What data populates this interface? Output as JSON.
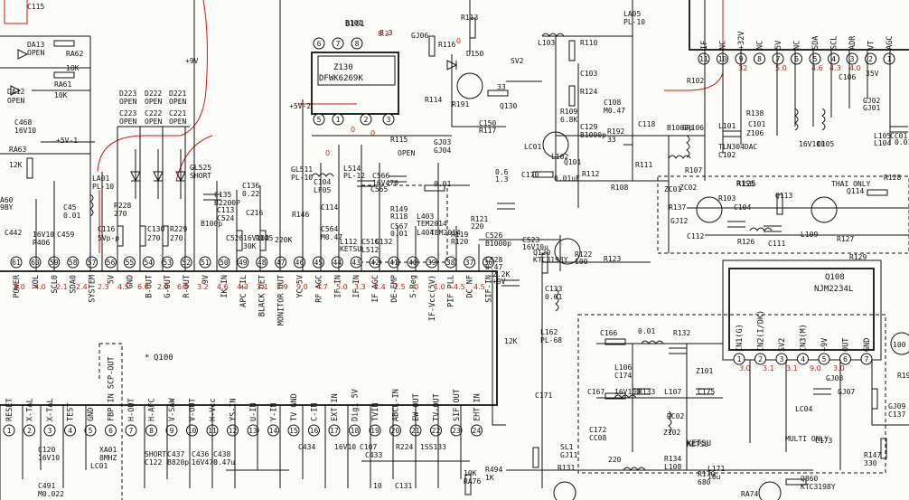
{
  "ic_main": {
    "name": "Q100",
    "top_pins": [
      {
        "num": "61",
        "label": "POWER"
      },
      {
        "num": "60",
        "label": "VOL"
      },
      {
        "num": "59",
        "label": "SCL0"
      },
      {
        "num": "58",
        "label": "SDA0"
      },
      {
        "num": "57",
        "label": "SYSTEM"
      },
      {
        "num": "56",
        "label": "5V"
      },
      {
        "num": "55",
        "label": "GND"
      },
      {
        "num": "54",
        "label": "B-OUT"
      },
      {
        "num": "53",
        "label": "G-OUT"
      },
      {
        "num": "52",
        "label": "R-OUT"
      },
      {
        "num": "51",
        "label": "9V"
      },
      {
        "num": "50",
        "label": "IK-IN"
      },
      {
        "num": "49",
        "label": "APC FIL"
      },
      {
        "num": "48",
        "label": "BLACK DET"
      },
      {
        "num": "47",
        "label": "MONITOR OUT"
      },
      {
        "num": "46",
        "label": "YC 5V"
      },
      {
        "num": "45",
        "label": "RF AGC"
      },
      {
        "num": "44",
        "label": "IF IN"
      },
      {
        "num": "43",
        "label": "IF IN"
      },
      {
        "num": "42",
        "label": "IF AGC"
      },
      {
        "num": "41",
        "label": "DE-EMP"
      },
      {
        "num": "40",
        "label": "S-Reg"
      },
      {
        "num": "39",
        "label": "IF-Vcc(5V)"
      },
      {
        "num": "38",
        "label": "PIF PLL"
      },
      {
        "num": "37",
        "label": "DC NF"
      },
      {
        "num": "36",
        "label": "SIF-IN"
      }
    ],
    "bottom_pins": [
      {
        "num": "1",
        "label": "RESET"
      },
      {
        "num": "2",
        "label": "X-TAL"
      },
      {
        "num": "3",
        "label": "X-TAL"
      },
      {
        "num": "4",
        "label": "TEST"
      },
      {
        "num": "5",
        "label": "GND"
      },
      {
        "num": "6",
        "label": "FBP-IN SCP-OUT"
      },
      {
        "num": "7",
        "label": "H-OUT"
      },
      {
        "num": "8",
        "label": "H-AFC"
      },
      {
        "num": "9",
        "label": "V-SAW"
      },
      {
        "num": "10",
        "label": "V-OUT"
      },
      {
        "num": "11",
        "label": "H-Vcc"
      },
      {
        "num": "12",
        "label": "YS-IN"
      },
      {
        "num": "13",
        "label": "U-IN"
      },
      {
        "num": "14",
        "label": "Y-IN"
      },
      {
        "num": "15",
        "label": "TV GND"
      },
      {
        "num": "16",
        "label": "C-IN"
      },
      {
        "num": "17",
        "label": "EXT-IN"
      },
      {
        "num": "18",
        "label": "Digi 5V"
      },
      {
        "num": "19",
        "label": "TVIN"
      },
      {
        "num": "20",
        "label": "ABCL-IN"
      },
      {
        "num": "21",
        "label": "EW OUT"
      },
      {
        "num": "22",
        "label": "TV-OUT"
      },
      {
        "num": "23",
        "label": "SIF-OUT"
      },
      {
        "num": "24",
        "label": "EHT IN"
      }
    ]
  },
  "ic_q108": {
    "name": "Q108",
    "part": "NJM2234L",
    "pins": [
      {
        "num": "1",
        "label": "IN1(G)"
      },
      {
        "num": "2",
        "label": "IN2(I/DK)"
      },
      {
        "num": "3",
        "label": "SV2"
      },
      {
        "num": "4",
        "label": "IN3(M)"
      },
      {
        "num": "5",
        "label": "+9V"
      },
      {
        "num": "6",
        "label": "OUT"
      },
      {
        "num": "7",
        "label": "GND"
      }
    ],
    "red_values": [
      "3.0",
      "3.1",
      "3.1",
      "9.0",
      "3.0"
    ]
  },
  "connector_top_right": {
    "pins": [
      {
        "num": "11",
        "label": "IF"
      },
      {
        "num": "10",
        "label": "NC"
      },
      {
        "num": "9",
        "label": "+32V"
      },
      {
        "num": "8",
        "label": "NC"
      },
      {
        "num": "7",
        "label": "5V"
      },
      {
        "num": "6",
        "label": "NC"
      },
      {
        "num": "5",
        "label": "SDA"
      },
      {
        "num": "4",
        "label": "SCL"
      },
      {
        "num": "3",
        "label": "ADR"
      },
      {
        "num": "2",
        "label": "VT"
      },
      {
        "num": "1",
        "label": "AGC"
      }
    ],
    "red_values": [
      "32",
      "5.0",
      "4.6",
      "4.3",
      "4.0"
    ]
  },
  "saw_filter": {
    "name": "Z130",
    "part": "DFWK6269K",
    "block": "B101",
    "pins": [
      "6",
      "7",
      "8",
      "5",
      "1",
      "2",
      "3"
    ]
  },
  "text_labels": [
    {
      "t": "DA13"
    },
    {
      "t": "OPEN"
    },
    {
      "t": "RA62"
    },
    {
      "t": "10K"
    },
    {
      "t": "RA61"
    },
    {
      "t": "10K"
    },
    {
      "t": "DA12"
    },
    {
      "t": "OPEN"
    },
    {
      "t": "C468"
    },
    {
      "t": "16V10"
    },
    {
      "t": "+5V-1"
    },
    {
      "t": "RA63"
    },
    {
      "t": "12K"
    },
    {
      "t": "A60"
    },
    {
      "t": "9BY"
    },
    {
      "t": "D223"
    },
    {
      "t": "OPEN"
    },
    {
      "t": "D222"
    },
    {
      "t": "OPEN"
    },
    {
      "t": "D221"
    },
    {
      "t": "OPEN"
    },
    {
      "t": "C223"
    },
    {
      "t": "OPEN"
    },
    {
      "t": "C222"
    },
    {
      "t": "OPEN"
    },
    {
      "t": "C221"
    },
    {
      "t": "OPEN"
    },
    {
      "t": "LA01"
    },
    {
      "t": "PL-10"
    },
    {
      "t": "GL525"
    },
    {
      "t": "SHORT"
    },
    {
      "t": "C135"
    },
    {
      "t": "B2200P"
    },
    {
      "t": "C136"
    },
    {
      "t": "0.22"
    },
    {
      "t": "C216"
    },
    {
      "t": "GL511"
    },
    {
      "t": "PL-10"
    },
    {
      "t": "+5V-2"
    },
    {
      "t": "+9V"
    },
    {
      "t": "B101"
    },
    {
      "t": "8.3"
    },
    {
      "t": "GJ06"
    },
    {
      "t": "R113"
    },
    {
      "t": "R116"
    },
    {
      "t": "D150"
    },
    {
      "t": "SV2"
    },
    {
      "t": "LA05"
    },
    {
      "t": "PL-10"
    },
    {
      "t": "L103"
    },
    {
      "t": "R110"
    },
    {
      "t": "C103"
    },
    {
      "t": "R124"
    },
    {
      "t": "C108"
    },
    {
      "t": "M0.47"
    },
    {
      "t": "R109"
    },
    {
      "t": "6.8K"
    },
    {
      "t": "R191"
    },
    {
      "t": "33"
    },
    {
      "t": "Q130"
    },
    {
      "t": "R114"
    },
    {
      "t": "C150"
    },
    {
      "t": "R117"
    },
    {
      "t": "R115"
    },
    {
      "t": "OPEN"
    },
    {
      "t": "GJ03"
    },
    {
      "t": "GJ04"
    },
    {
      "t": "C129"
    },
    {
      "t": "B1000p"
    },
    {
      "t": "R192"
    },
    {
      "t": "33"
    },
    {
      "t": "C118"
    },
    {
      "t": "B1000p"
    },
    {
      "t": "GR106"
    },
    {
      "t": "LC01"
    },
    {
      "t": "L102"
    },
    {
      "t": "Q101"
    },
    {
      "t": "0.6"
    },
    {
      "t": "1.3"
    },
    {
      "t": "C170"
    },
    {
      "t": "0.01uF"
    },
    {
      "t": "R112"
    },
    {
      "t": "R111"
    },
    {
      "t": "R108"
    },
    {
      "t": "ZC01"
    },
    {
      "t": "ZC02"
    },
    {
      "t": "R107"
    },
    {
      "t": "C104"
    },
    {
      "t": "LF05"
    },
    {
      "t": "L514"
    },
    {
      "t": "PL-12"
    },
    {
      "t": "C566"
    },
    {
      "t": "16V470"
    },
    {
      "t": "C565"
    },
    {
      "t": "0.01"
    },
    {
      "t": "C114"
    },
    {
      "t": "R149"
    },
    {
      "t": "R118"
    },
    {
      "t": "C567"
    },
    {
      "t": "0.01"
    },
    {
      "t": "C564"
    },
    {
      "t": "M0.47"
    },
    {
      "t": "L112"
    },
    {
      "t": "KETSU"
    },
    {
      "t": "L403"
    },
    {
      "t": "TEM2014"
    },
    {
      "t": "L404"
    },
    {
      "t": "TEM2014"
    },
    {
      "t": "R119"
    },
    {
      "t": "R120"
    },
    {
      "t": "R121"
    },
    {
      "t": "220"
    },
    {
      "t": "C526"
    },
    {
      "t": "B1000p"
    },
    {
      "t": "C528"
    },
    {
      "t": "0.47"
    },
    {
      "t": "C523"
    },
    {
      "t": "16V10u"
    },
    {
      "t": "R122"
    },
    {
      "t": "100"
    },
    {
      "t": "Q120"
    },
    {
      "t": "KTC3198Y"
    },
    {
      "t": "R123"
    },
    {
      "t": "2.2K"
    },
    {
      "t": "+9V"
    },
    {
      "t": "C133"
    },
    {
      "t": "0.01"
    },
    {
      "t": "L162"
    },
    {
      "t": "PL-68"
    },
    {
      "t": "C166"
    },
    {
      "t": "0.01"
    },
    {
      "t": "R132"
    },
    {
      "t": "L106"
    },
    {
      "t": "C174"
    },
    {
      "t": "Z101"
    },
    {
      "t": "KETSU"
    },
    {
      "t": "C171"
    },
    {
      "t": "C167"
    },
    {
      "t": "16V100"
    },
    {
      "t": "R133"
    },
    {
      "t": "L107"
    },
    {
      "t": "C175"
    },
    {
      "t": "RC02"
    },
    {
      "t": "C172"
    },
    {
      "t": "CC08"
    },
    {
      "t": "Z102"
    },
    {
      "t": "KETSU"
    },
    {
      "t": "LC04"
    },
    {
      "t": "MULTI ONLY"
    },
    {
      "t": "C173"
    },
    {
      "t": "GJ07"
    },
    {
      "t": "GJ08"
    },
    {
      "t": "GJ09"
    },
    {
      "t": "C137"
    },
    {
      "t": "R147"
    },
    {
      "t": "330"
    },
    {
      "t": "R190"
    },
    {
      "t": "100"
    },
    {
      "t": "R158"
    },
    {
      "t": "R103"
    },
    {
      "t": "THAI ONLY"
    },
    {
      "t": "Q113"
    },
    {
      "t": "Q114"
    },
    {
      "t": "R128"
    },
    {
      "t": "R137"
    },
    {
      "t": "GJ12"
    },
    {
      "t": "C104"
    },
    {
      "t": "R126"
    },
    {
      "t": "C111"
    },
    {
      "t": "L109"
    },
    {
      "t": "C112"
    },
    {
      "t": "R127"
    },
    {
      "t": "R125"
    },
    {
      "t": "R129"
    },
    {
      "t": "R138"
    },
    {
      "t": "Z106"
    },
    {
      "t": "L101"
    },
    {
      "t": "TLN304DAC"
    },
    {
      "t": "C102"
    },
    {
      "t": "C101"
    },
    {
      "t": "16V100"
    },
    {
      "t": "C105"
    },
    {
      "t": "L105"
    },
    {
      "t": "L104"
    },
    {
      "t": "CC01"
    },
    {
      "t": "0.01"
    },
    {
      "t": "C106"
    },
    {
      "t": "35V"
    },
    {
      "t": "GJ02"
    },
    {
      "t": "GJ01"
    },
    {
      "t": "R102"
    },
    {
      "t": "12K"
    },
    {
      "t": "SL1"
    },
    {
      "t": "GJ11"
    },
    {
      "t": "R131"
    },
    {
      "t": "220"
    },
    {
      "t": "R134"
    },
    {
      "t": "L108"
    },
    {
      "t": "R170"
    },
    {
      "t": "680"
    },
    {
      "t": "L171"
    },
    {
      "t": "18u"
    },
    {
      "t": "Q860"
    },
    {
      "t": "KTC3198Y"
    },
    {
      "t": "RA74"
    },
    {
      "t": "10K"
    },
    {
      "t": "RA76"
    },
    {
      "t": "R494"
    },
    {
      "t": "1K"
    },
    {
      "t": "C491"
    },
    {
      "t": "M0.022"
    },
    {
      "t": "C120"
    },
    {
      "t": "16V10"
    },
    {
      "t": "XA01"
    },
    {
      "t": "8MHZ"
    },
    {
      "t": "LC01"
    },
    {
      "t": "SHORT"
    },
    {
      "t": "C122"
    },
    {
      "t": "C437"
    },
    {
      "t": "B820p"
    },
    {
      "t": "C436"
    },
    {
      "t": "16V470"
    },
    {
      "t": "C438"
    },
    {
      "t": "0.47u"
    },
    {
      "t": "C434"
    },
    {
      "t": "16V10"
    },
    {
      "t": "C107"
    },
    {
      "t": "C433"
    },
    {
      "t": "R224"
    },
    {
      "t": "1SS133"
    },
    {
      "t": "C115"
    },
    {
      "t": "C116"
    },
    {
      "t": "5Vp-p"
    },
    {
      "t": "C130"
    },
    {
      "t": "270"
    },
    {
      "t": "R229"
    },
    {
      "t": "270"
    },
    {
      "t": "R228"
    },
    {
      "t": "270"
    },
    {
      "t": "C45"
    },
    {
      "t": "0.01"
    },
    {
      "t": "C442"
    },
    {
      "t": "16V10"
    },
    {
      "t": "R406"
    },
    {
      "t": "C459"
    },
    {
      "t": "B100p"
    },
    {
      "t": "C113"
    },
    {
      "t": "C524"
    },
    {
      "t": "C526"
    },
    {
      "t": "16V100"
    },
    {
      "t": "30K"
    },
    {
      "t": "R145"
    },
    {
      "t": "220K"
    },
    {
      "t": "R146"
    },
    {
      "t": "C516"
    },
    {
      "t": "L512"
    },
    {
      "t": "C132"
    },
    {
      "t": "10"
    },
    {
      "t": "C131"
    }
  ],
  "red_voltages": [
    "0",
    "8.3",
    "0",
    "0",
    "0",
    "5.0",
    "4.0",
    "2.1",
    "2.4",
    "2.3",
    "4.5",
    "6.0",
    "2.9",
    "6.5",
    "3.2",
    "4.6",
    "4.3",
    "3.1",
    "2.9",
    "9.0",
    "4.7",
    "5.0",
    "3.3",
    "2.4",
    "2.5",
    "0",
    "1.0",
    "4.5",
    "4.5"
  ]
}
